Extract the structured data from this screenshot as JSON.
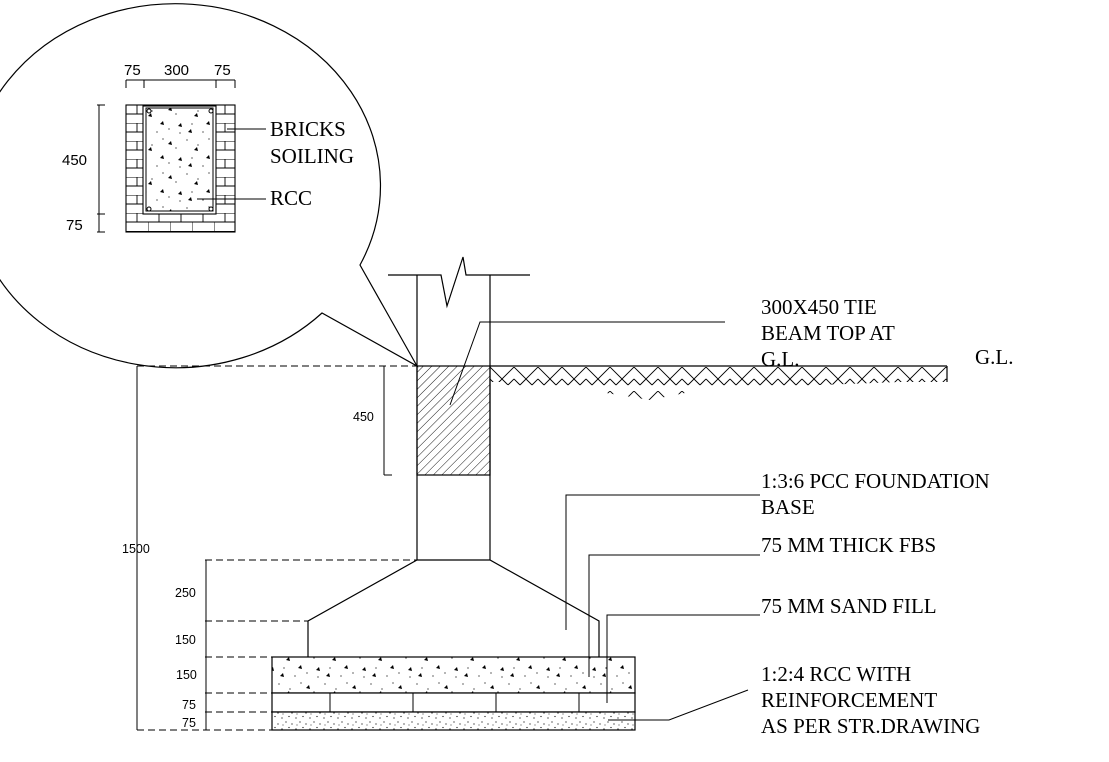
{
  "title": "Tie beam and footing section detail",
  "colors": {
    "line": "#000000",
    "background": "#ffffff"
  },
  "detail_callout": {
    "top_dimensions": [
      "75",
      "300",
      "75"
    ],
    "side_dimensions": [
      "450",
      "75"
    ],
    "labels": [
      "BRICKS",
      "SOILING",
      "RCC"
    ]
  },
  "section": {
    "ground_label": "G.L.",
    "beam_note": [
      "300X450 TIE",
      "BEAM TOP AT",
      "G.L."
    ],
    "beam_depth": "450",
    "total_depth": "1500",
    "layer_dimensions": [
      "250",
      "150",
      "150",
      "75",
      "75"
    ],
    "notes": [
      {
        "lines": [
          "1:3:6 PCC FOUNDATION",
          "BASE"
        ]
      },
      {
        "lines": [
          "75 MM THICK FBS"
        ]
      },
      {
        "lines": [
          "75 MM SAND FILL"
        ]
      },
      {
        "lines": [
          "1:2:4 RCC WITH",
          "REINFORCEMENT",
          "AS PER STR.DRAWING"
        ]
      }
    ]
  }
}
